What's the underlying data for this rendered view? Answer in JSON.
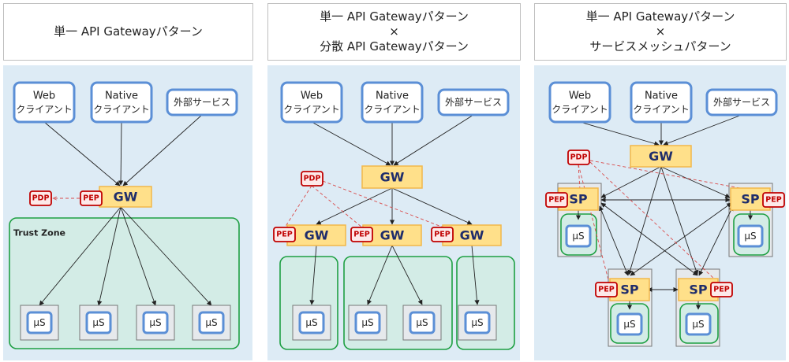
{
  "panels": [
    {
      "title_lines": [
        "単一 API Gatewayパターン"
      ]
    },
    {
      "title_lines": [
        "単一 API Gatewayパターン",
        "×",
        "分散 API Gatewayパターン"
      ]
    },
    {
      "title_lines": [
        "単一 API Gatewayパターン",
        "×",
        "サービスメッシュパターン"
      ]
    }
  ],
  "clients": {
    "web": [
      "Web",
      "クライアント"
    ],
    "native": [
      "Native",
      "クライアント"
    ],
    "external": "外部サービス"
  },
  "labels": {
    "gw": "GW",
    "sp": "SP",
    "pep": "PEP",
    "pdp": "PDP",
    "microservice": "μS",
    "trust_zone": "Trust Zone"
  },
  "colors": {
    "background": "#ddebf5",
    "client_border": "#5b8fd6",
    "gateway_fill": "#ffe08a",
    "gateway_border": "#f2b84b",
    "gateway_text": "#1f2d6b",
    "pep_border": "#c00000",
    "pep_fill": "#fde9e9",
    "trust_zone_border": "#1ea043",
    "trust_zone_fill": "#d3ece6",
    "dashed_line": "#d94a4a"
  }
}
